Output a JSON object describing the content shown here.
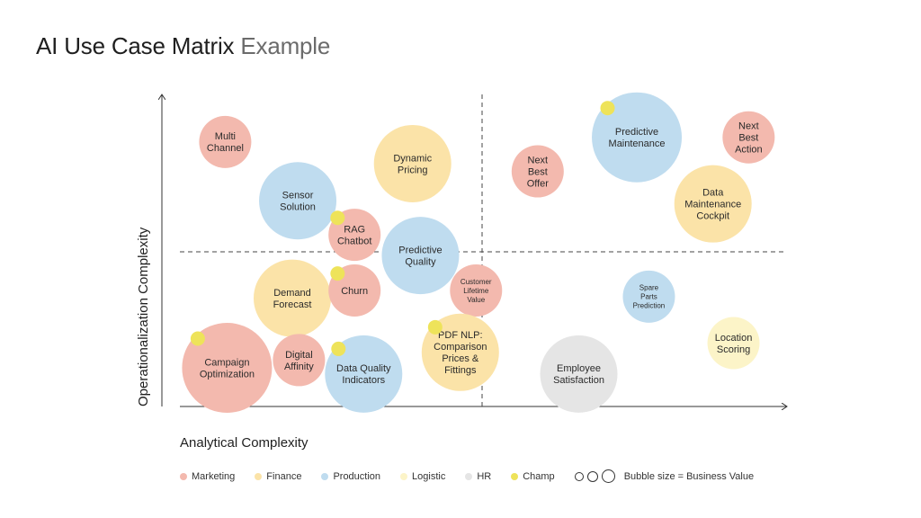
{
  "title": {
    "main": "AI Use Case Matrix",
    "sub": "Example"
  },
  "colors": {
    "Marketing": "#f3b9ae",
    "Finance": "#fbe3a8",
    "Production": "#bfdcef",
    "Logistic": "#fcf4c8",
    "HR": "#e5e5e5",
    "Champ": "#eee35a"
  },
  "legend": {
    "items": [
      {
        "label": "Marketing",
        "color": "#f3b9ae"
      },
      {
        "label": "Finance",
        "color": "#fbe3a8"
      },
      {
        "label": "Production",
        "color": "#bfdcef"
      },
      {
        "label": "Logistic",
        "color": "#fcf4c8"
      },
      {
        "label": "HR",
        "color": "#e5e5e5"
      },
      {
        "label": "Champ",
        "color": "#eee35a"
      }
    ],
    "size_note": "Bubble size = Business Value"
  },
  "chart_data": {
    "type": "bubble",
    "xlabel": "Analytical Complexity",
    "ylabel": "Operationalization Complexity",
    "xlim": [
      0,
      100
    ],
    "ylim": [
      0,
      100
    ],
    "quadrant_dividers": {
      "x": 50,
      "y": 50
    },
    "grid": false,
    "legend_position": "bottom",
    "bubbles": [
      {
        "label": "Multi Channel",
        "lines": [
          "Multi",
          "Channel"
        ],
        "category": "Marketing",
        "x": 7.5,
        "y": 85.5,
        "size": 2,
        "champ": false
      },
      {
        "label": "Dynamic Pricing",
        "lines": [
          "Dynamic",
          "Pricing"
        ],
        "category": "Finance",
        "x": 38.5,
        "y": 78.5,
        "size": 3,
        "champ": false
      },
      {
        "label": "Sensor Solution",
        "lines": [
          "Sensor",
          "Solution"
        ],
        "category": "Production",
        "x": 19.5,
        "y": 66.5,
        "size": 3,
        "champ": false
      },
      {
        "label": "RAG Chatbot",
        "lines": [
          "RAG",
          "Chatbot"
        ],
        "category": "Marketing",
        "x": 28.9,
        "y": 55.5,
        "size": 2,
        "champ": true
      },
      {
        "label": "Predictive Quality",
        "lines": [
          "Predictive",
          "Quality"
        ],
        "category": "Production",
        "x": 39.8,
        "y": 48.8,
        "size": 3,
        "champ": false
      },
      {
        "label": "Demand Forecast",
        "lines": [
          "Demand",
          "Forecast"
        ],
        "category": "Finance",
        "x": 18.6,
        "y": 35.0,
        "size": 3,
        "champ": false
      },
      {
        "label": "Churn",
        "lines": [
          "Churn"
        ],
        "category": "Marketing",
        "x": 28.9,
        "y": 37.5,
        "size": 2,
        "champ": true
      },
      {
        "label": "Customer Lifetime Value",
        "lines": [
          "Customer",
          "Lifetime",
          "Value"
        ],
        "category": "Marketing",
        "x": 49.0,
        "y": 37.5,
        "size": 2,
        "champ": false
      },
      {
        "label": "Campaign Optimization",
        "lines": [
          "Campaign",
          "Optimization"
        ],
        "category": "Marketing",
        "x": 7.8,
        "y": 12.5,
        "size": 4,
        "champ": true
      },
      {
        "label": "Digital Affinity",
        "lines": [
          "Digital",
          "Affinity"
        ],
        "category": "Marketing",
        "x": 19.7,
        "y": 15.0,
        "size": 2,
        "champ": false
      },
      {
        "label": "Data Quality Indicators",
        "lines": [
          "Data Quality",
          "Indicators"
        ],
        "category": "Production",
        "x": 30.4,
        "y": 10.5,
        "size": 3,
        "champ": true
      },
      {
        "label": "PDF NLP: Comparison Prices & Fittings",
        "lines": [
          "PDF NLP:",
          "Comparison",
          "Prices &",
          "Fittings"
        ],
        "category": "Finance",
        "x": 46.4,
        "y": 17.5,
        "size": 3,
        "champ": true
      },
      {
        "label": "Employee Satisfaction",
        "lines": [
          "Employee",
          "Satisfaction"
        ],
        "category": "HR",
        "x": 66.0,
        "y": 10.5,
        "size": 3,
        "champ": false
      },
      {
        "label": "Next Best Offer",
        "lines": [
          "Next",
          "Best",
          "Offer"
        ],
        "category": "Marketing",
        "x": 59.2,
        "y": 76.0,
        "size": 2,
        "champ": false
      },
      {
        "label": "Predictive Maintenance",
        "lines": [
          "Predictive",
          "Maintenance"
        ],
        "category": "Production",
        "x": 75.6,
        "y": 87.0,
        "size": 4,
        "champ": true
      },
      {
        "label": "Next Best Action",
        "lines": [
          "Next",
          "Best",
          "Action"
        ],
        "category": "Marketing",
        "x": 94.1,
        "y": 87.0,
        "size": 2,
        "champ": false
      },
      {
        "label": "Data Maintenance Cockpit",
        "lines": [
          "Data",
          "Maintenance",
          "Cockpit"
        ],
        "category": "Finance",
        "x": 88.2,
        "y": 65.5,
        "size": 3,
        "champ": false
      },
      {
        "label": "Spare Parts Prediction",
        "lines": [
          "Spare",
          "Parts",
          "Prediction"
        ],
        "category": "Production",
        "x": 77.6,
        "y": 35.5,
        "size": 2,
        "champ": false
      },
      {
        "label": "Location Scoring",
        "lines": [
          "Location",
          "Scoring"
        ],
        "category": "Logistic",
        "x": 91.6,
        "y": 20.5,
        "size": 2,
        "champ": false
      }
    ]
  }
}
